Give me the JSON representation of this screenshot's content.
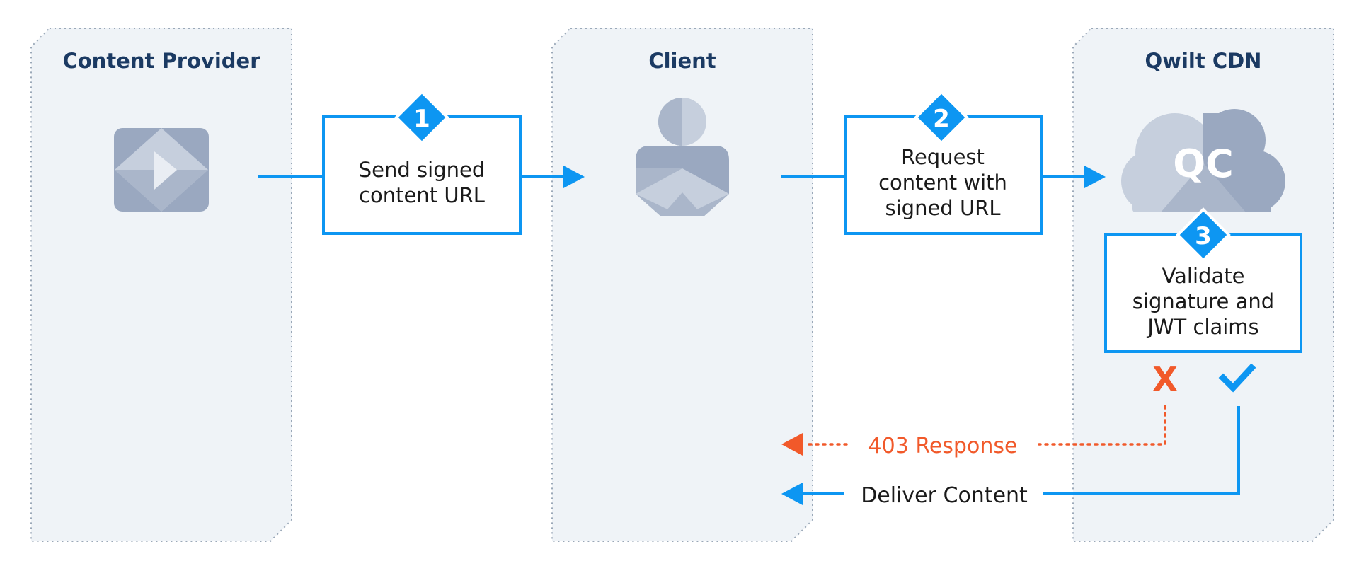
{
  "colors": {
    "lane_fill": "#eff3f7",
    "lane_border": "#9aa8b8",
    "title": "#1b3a63",
    "accent": "#0d96f2",
    "error": "#f1592a",
    "icon_dark": "#9aa8c0",
    "icon_mid": "#aab6ca",
    "icon_light": "#c6cfdd",
    "icon_white": "#e9edf3",
    "text": "#1a1a1a"
  },
  "lanes": [
    {
      "title": "Content Provider",
      "icon": "play-tile-icon"
    },
    {
      "title": "Client",
      "icon": "user-icon"
    },
    {
      "title": "Qwilt CDN",
      "icon": "qc-cloud-icon"
    }
  ],
  "steps": [
    {
      "number": "1",
      "lines": [
        "Send signed",
        "content URL"
      ]
    },
    {
      "number": "2",
      "lines": [
        "Request",
        "content with",
        "signed URL"
      ]
    },
    {
      "number": "3",
      "lines": [
        "Validate",
        "signature and",
        "JWT claims"
      ]
    }
  ],
  "results": {
    "fail_mark": "X",
    "success_icon": "checkmark-icon"
  },
  "responses": {
    "error_label": "403 Response",
    "success_label": "Deliver Content"
  }
}
